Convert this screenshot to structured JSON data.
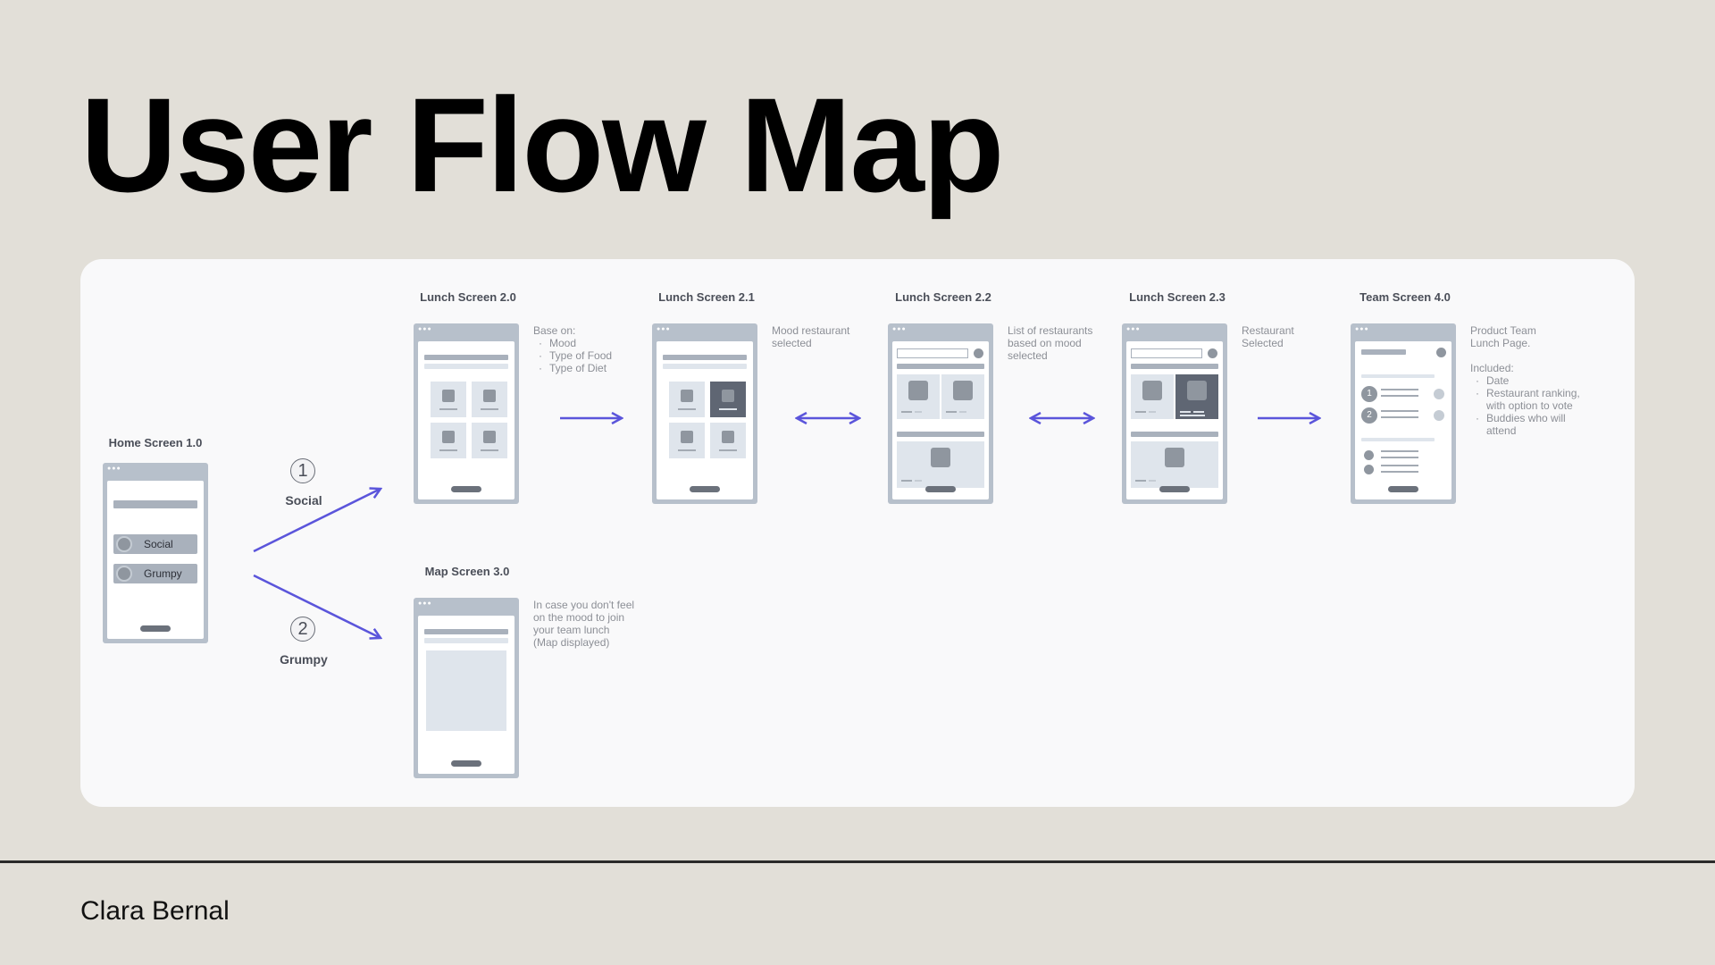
{
  "title": "User Flow Map",
  "author": "Clara Bernal",
  "accent_color": "#5b55db",
  "screens": {
    "home": {
      "title": "Home Screen 1.0",
      "options": [
        "Social",
        "Grumpy"
      ]
    },
    "lunch20": {
      "title": "Lunch Screen 2.0",
      "note_heading": "Base on:",
      "note_items": [
        "Mood",
        "Type of Food",
        "Type of Diet"
      ]
    },
    "lunch21": {
      "title": "Lunch Screen 2.1",
      "note_lines": [
        "Mood restaurant",
        "selected"
      ]
    },
    "lunch22": {
      "title": "Lunch Screen 2.2",
      "note_lines": [
        "List of restaurants",
        "based on mood",
        "selected"
      ]
    },
    "lunch23": {
      "title": "Lunch Screen 2.3",
      "note_lines": [
        "Restaurant",
        "Selected"
      ]
    },
    "team40": {
      "title": "Team Screen 4.0",
      "note_lines": [
        "Product Team",
        "Lunch Page."
      ],
      "note_heading": "Included:",
      "note_items": [
        "Date",
        "Restaurant ranking,",
        "with option to vote",
        "Buddies who will",
        "attend"
      ],
      "rank_numbers": [
        "1",
        "2"
      ]
    },
    "map30": {
      "title": "Map Screen 3.0",
      "note_lines": [
        "In case you don't feel",
        "on the mood to join",
        "your team lunch",
        "(Map displayed)"
      ]
    }
  },
  "paths": [
    {
      "number": "1",
      "label": "Social"
    },
    {
      "number": "2",
      "label": "Grumpy"
    }
  ]
}
